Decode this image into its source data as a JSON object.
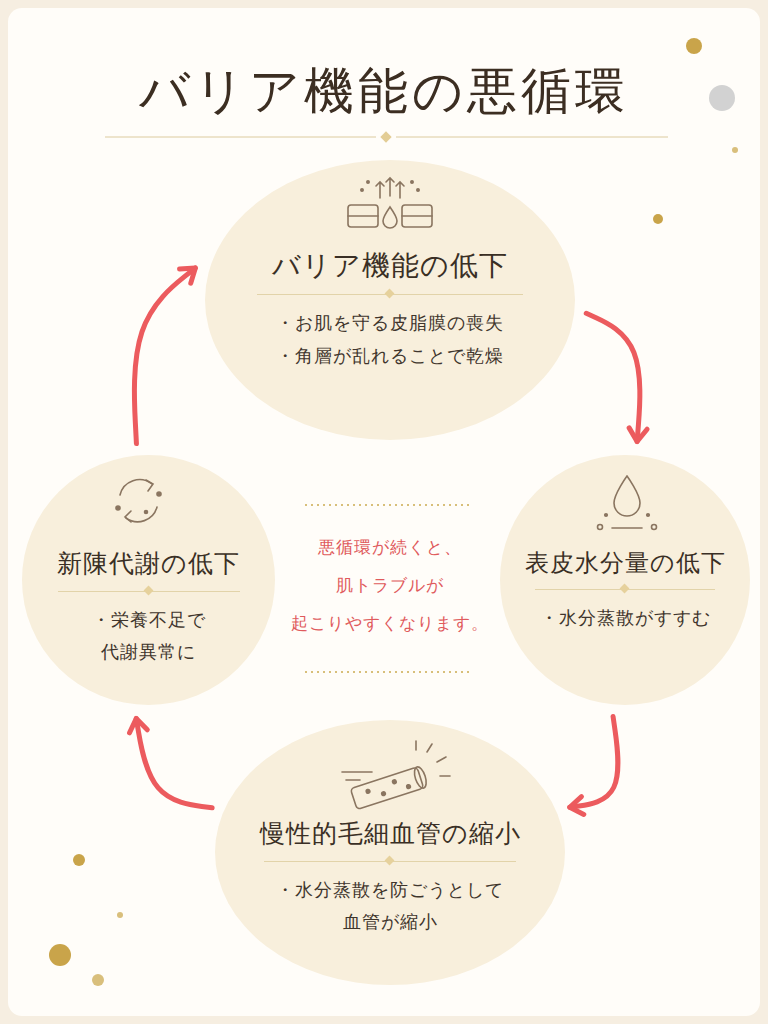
{
  "diagram": {
    "title": "バリア機能の悪循環",
    "nodes": [
      {
        "text": [
          "バリア機能の低下",
          "・お肌を守る皮脂膜の喪失",
          "・角層が乱れることで乾燥"
        ]
      },
      {
        "text": [
          "表皮水分量の低下",
          "・水分蒸散がすすむ"
        ]
      },
      {
        "text": [
          "慢性的毛細血管の縮小",
          "・水分蒸散を防ごうとして 血管が縮小"
        ]
      },
      {
        "text": [
          "新陳代謝の低下",
          "・栄養不足で 代謝異常に"
        ]
      }
    ],
    "edges": [
      {
        "from": 0,
        "to": 1,
        "arrow": "to"
      },
      {
        "from": 1,
        "to": 2,
        "arrow": "to"
      },
      {
        "from": 2,
        "to": 3,
        "arrow": "to"
      },
      {
        "from": 3,
        "to": 0,
        "arrow": "to"
      }
    ],
    "labels": [
      "悪循環が続くと、 肌トラブルが 起こりやすくなります。"
    ]
  }
}
